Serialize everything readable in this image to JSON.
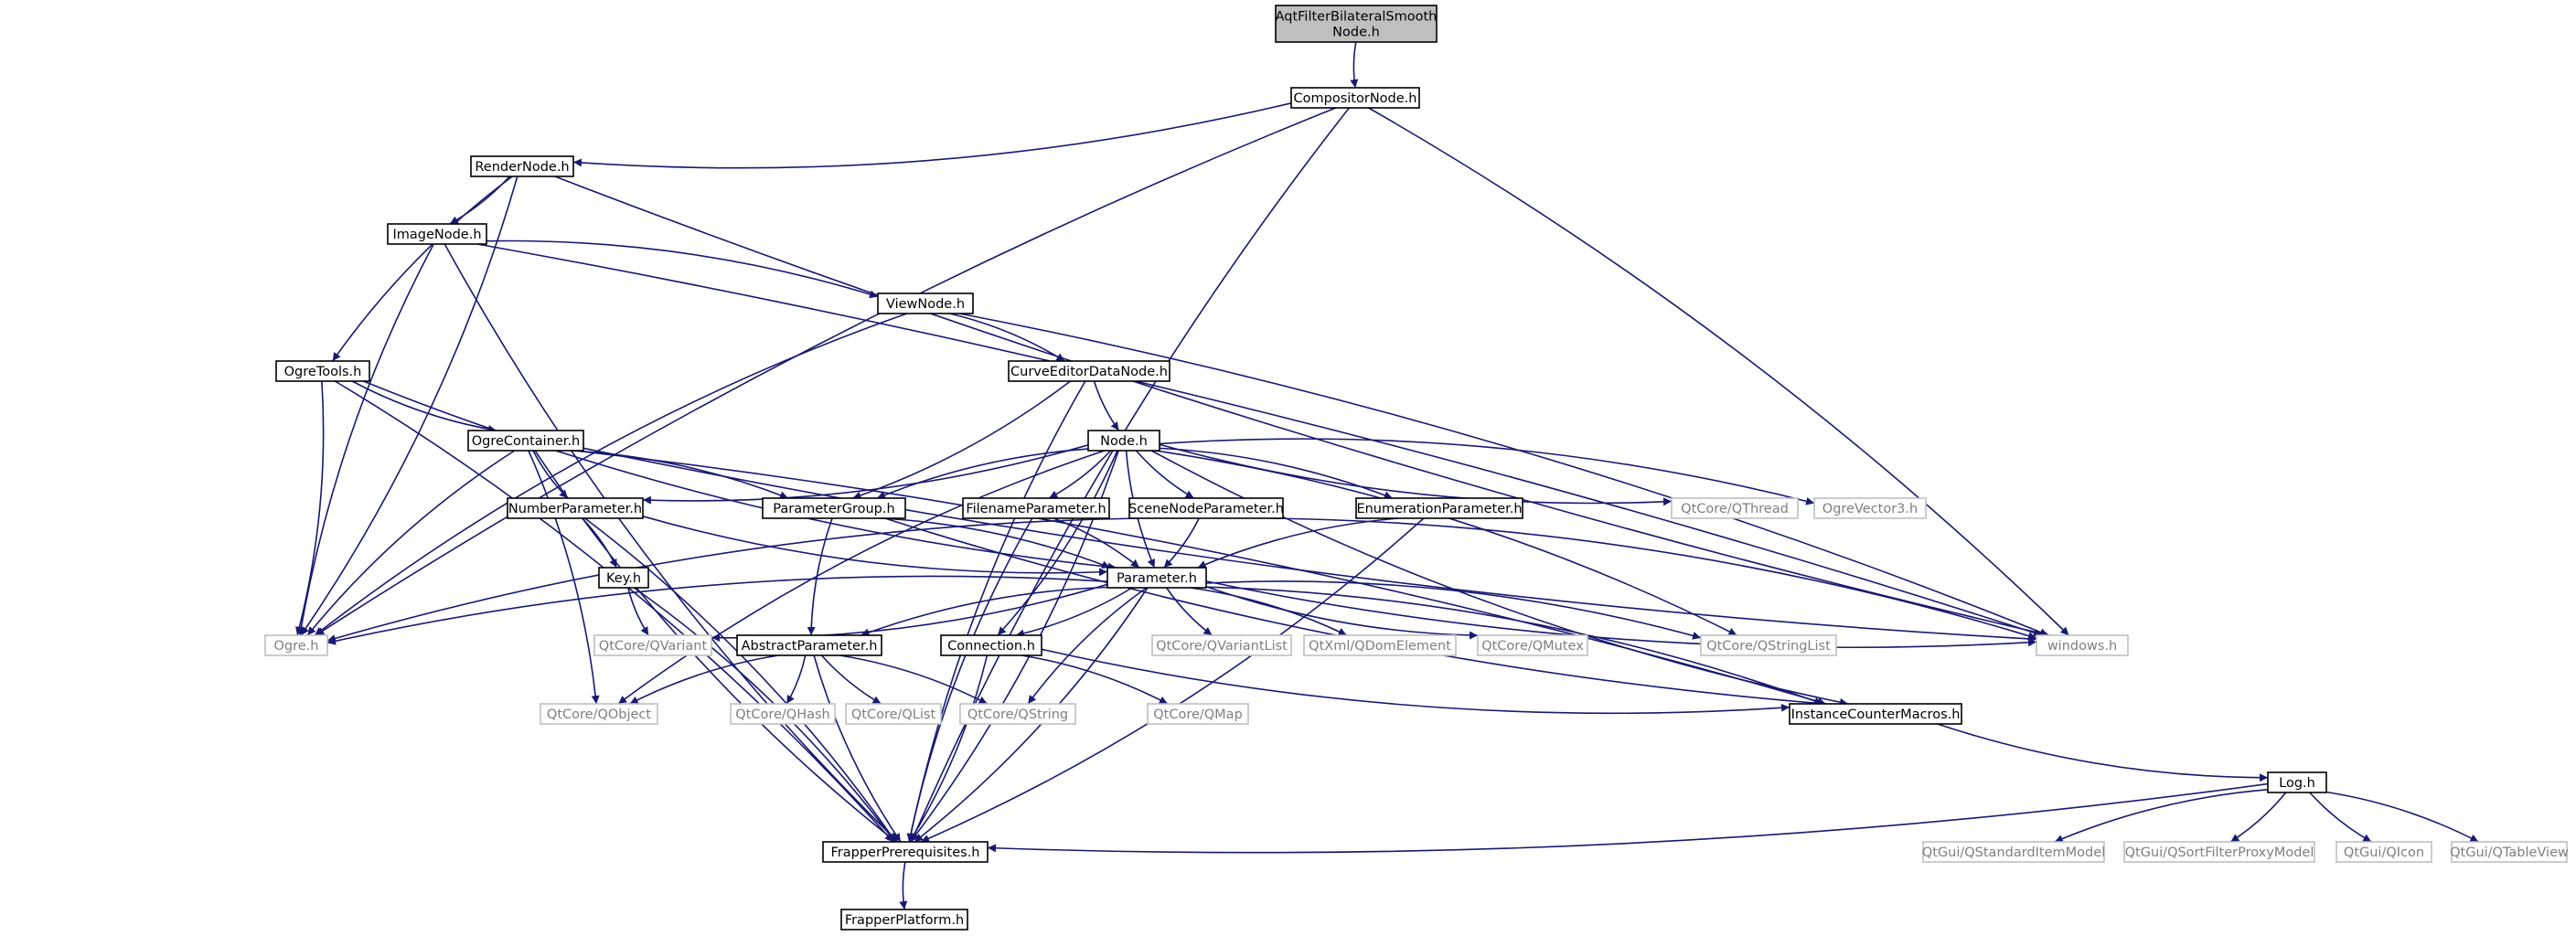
{
  "colors": {
    "edge": "#191970",
    "node_border": "#000000",
    "external_border": "#bfbfbf",
    "external_text": "#7f7f7f",
    "root_fill": "#bfbfbf",
    "node_fill": "#ffffff",
    "text": "#000000"
  },
  "nodes": [
    {
      "id": "root",
      "label": "AqtFilterBilateralSmooth\nNode.h",
      "kind": "root"
    },
    {
      "id": "compositor",
      "label": "CompositorNode.h",
      "kind": "local"
    },
    {
      "id": "render",
      "label": "RenderNode.h",
      "kind": "local"
    },
    {
      "id": "image",
      "label": "ImageNode.h",
      "kind": "local"
    },
    {
      "id": "view",
      "label": "ViewNode.h",
      "kind": "local"
    },
    {
      "id": "ogretools",
      "label": "OgreTools.h",
      "kind": "local"
    },
    {
      "id": "curve",
      "label": "CurveEditorDataNode.h",
      "kind": "local"
    },
    {
      "id": "node",
      "label": "Node.h",
      "kind": "local"
    },
    {
      "id": "ogrecontainer",
      "label": "OgreContainer.h",
      "kind": "local"
    },
    {
      "id": "qthread",
      "label": "QtCore/QThread",
      "kind": "external"
    },
    {
      "id": "ogrevector3",
      "label": "OgreVector3.h",
      "kind": "external"
    },
    {
      "id": "numberparam",
      "label": "NumberParameter.h",
      "kind": "local"
    },
    {
      "id": "paramgroup",
      "label": "ParameterGroup.h",
      "kind": "local"
    },
    {
      "id": "fileparam",
      "label": "FilenameParameter.h",
      "kind": "local"
    },
    {
      "id": "sceneparam",
      "label": "SceneNodeParameter.h",
      "kind": "local"
    },
    {
      "id": "enumparam",
      "label": "EnumerationParameter.h",
      "kind": "local"
    },
    {
      "id": "key",
      "label": "Key.h",
      "kind": "local"
    },
    {
      "id": "parameter",
      "label": "Parameter.h",
      "kind": "local"
    },
    {
      "id": "ogre",
      "label": "Ogre.h",
      "kind": "external"
    },
    {
      "id": "qvariant",
      "label": "QtCore/QVariant",
      "kind": "external"
    },
    {
      "id": "abstractparam",
      "label": "AbstractParameter.h",
      "kind": "local"
    },
    {
      "id": "connection",
      "label": "Connection.h",
      "kind": "local"
    },
    {
      "id": "qvariantlist",
      "label": "QtCore/QVariantList",
      "kind": "external"
    },
    {
      "id": "qdom",
      "label": "QtXml/QDomElement",
      "kind": "external"
    },
    {
      "id": "qmutex",
      "label": "QtCore/QMutex",
      "kind": "external"
    },
    {
      "id": "qstringlist",
      "label": "QtCore/QStringList",
      "kind": "external"
    },
    {
      "id": "windows",
      "label": "windows.h",
      "kind": "external"
    },
    {
      "id": "qobject",
      "label": "QtCore/QObject",
      "kind": "external"
    },
    {
      "id": "qhash",
      "label": "QtCore/QHash",
      "kind": "external"
    },
    {
      "id": "qlist",
      "label": "QtCore/QList",
      "kind": "external"
    },
    {
      "id": "qstring",
      "label": "QtCore/QString",
      "kind": "external"
    },
    {
      "id": "qmap",
      "label": "QtCore/QMap",
      "kind": "external"
    },
    {
      "id": "instance",
      "label": "InstanceCounterMacros.h",
      "kind": "local"
    },
    {
      "id": "log",
      "label": "Log.h",
      "kind": "local"
    },
    {
      "id": "frapperprereq",
      "label": "FrapperPrerequisites.h",
      "kind": "local"
    },
    {
      "id": "qstditem",
      "label": "QtGui/QStandardItemModel",
      "kind": "external"
    },
    {
      "id": "qsortfilter",
      "label": "QtGui/QSortFilterProxyModel",
      "kind": "external"
    },
    {
      "id": "qicon",
      "label": "QtGui/QIcon",
      "kind": "external"
    },
    {
      "id": "qtableview",
      "label": "QtGui/QTableView",
      "kind": "external"
    },
    {
      "id": "frapperplatform",
      "label": "FrapperPlatform.h",
      "kind": "local"
    }
  ],
  "edges": [
    [
      "root",
      "compositor"
    ],
    [
      "compositor",
      "render"
    ],
    [
      "compositor",
      "ogre"
    ],
    [
      "compositor",
      "windows"
    ],
    [
      "compositor",
      "frapperprereq"
    ],
    [
      "render",
      "image"
    ],
    [
      "render",
      "ogretools"
    ],
    [
      "render",
      "ogre"
    ],
    [
      "render",
      "windows"
    ],
    [
      "image",
      "view"
    ],
    [
      "image",
      "ogre"
    ],
    [
      "image",
      "windows"
    ],
    [
      "image",
      "frapperprereq"
    ],
    [
      "view",
      "curve"
    ],
    [
      "view",
      "ogre"
    ],
    [
      "view",
      "windows"
    ],
    [
      "ogretools",
      "ogrecontainer"
    ],
    [
      "ogretools",
      "ogre"
    ],
    [
      "ogretools",
      "parameter"
    ],
    [
      "ogretools",
      "frapperprereq"
    ],
    [
      "curve",
      "node"
    ],
    [
      "curve",
      "paramgroup"
    ],
    [
      "curve",
      "frapperprereq"
    ],
    [
      "node",
      "numberparam"
    ],
    [
      "node",
      "paramgroup"
    ],
    [
      "node",
      "fileparam"
    ],
    [
      "node",
      "sceneparam"
    ],
    [
      "node",
      "enumparam"
    ],
    [
      "node",
      "parameter"
    ],
    [
      "node",
      "connection"
    ],
    [
      "node",
      "qthread"
    ],
    [
      "node",
      "ogrevector3"
    ],
    [
      "node",
      "instance"
    ],
    [
      "node",
      "qstringlist"
    ],
    [
      "node",
      "qobject"
    ],
    [
      "node",
      "frapperprereq"
    ],
    [
      "ogrecontainer",
      "numberparam"
    ],
    [
      "ogrecontainer",
      "paramgroup"
    ],
    [
      "ogrecontainer",
      "ogre"
    ],
    [
      "ogrecontainer",
      "qobject"
    ],
    [
      "ogrecontainer",
      "windows"
    ],
    [
      "ogrecontainer",
      "instance"
    ],
    [
      "ogrecontainer",
      "frapperprereq"
    ],
    [
      "numberparam",
      "key"
    ],
    [
      "numberparam",
      "parameter"
    ],
    [
      "numberparam",
      "frapperprereq"
    ],
    [
      "paramgroup",
      "abstractparam"
    ],
    [
      "paramgroup",
      "parameter"
    ],
    [
      "paramgroup",
      "instance"
    ],
    [
      "fileparam",
      "parameter"
    ],
    [
      "fileparam",
      "frapperprereq"
    ],
    [
      "sceneparam",
      "parameter"
    ],
    [
      "sceneparam",
      "ogre"
    ],
    [
      "sceneparam",
      "windows"
    ],
    [
      "enumparam",
      "parameter"
    ],
    [
      "enumparam",
      "frapperprereq"
    ],
    [
      "key",
      "qvariant"
    ],
    [
      "key",
      "frapperprereq"
    ],
    [
      "parameter",
      "ogre"
    ],
    [
      "parameter",
      "qvariant"
    ],
    [
      "parameter",
      "abstractparam"
    ],
    [
      "parameter",
      "connection"
    ],
    [
      "parameter",
      "qvariantlist"
    ],
    [
      "parameter",
      "qdom"
    ],
    [
      "parameter",
      "qmutex"
    ],
    [
      "parameter",
      "qstringlist"
    ],
    [
      "parameter",
      "windows"
    ],
    [
      "parameter",
      "instance"
    ],
    [
      "parameter",
      "qstring"
    ],
    [
      "parameter",
      "frapperprereq"
    ],
    [
      "abstractparam",
      "qobject"
    ],
    [
      "abstractparam",
      "qhash"
    ],
    [
      "abstractparam",
      "qlist"
    ],
    [
      "abstractparam",
      "qstring"
    ],
    [
      "abstractparam",
      "frapperprereq"
    ],
    [
      "connection",
      "qmap"
    ],
    [
      "connection",
      "instance"
    ],
    [
      "connection",
      "frapperprereq"
    ],
    [
      "instance",
      "log"
    ],
    [
      "log",
      "frapperprereq"
    ],
    [
      "log",
      "qstditem"
    ],
    [
      "log",
      "qsortfilter"
    ],
    [
      "log",
      "qicon"
    ],
    [
      "log",
      "qtableview"
    ],
    [
      "frapperprereq",
      "frapperplatform"
    ]
  ]
}
